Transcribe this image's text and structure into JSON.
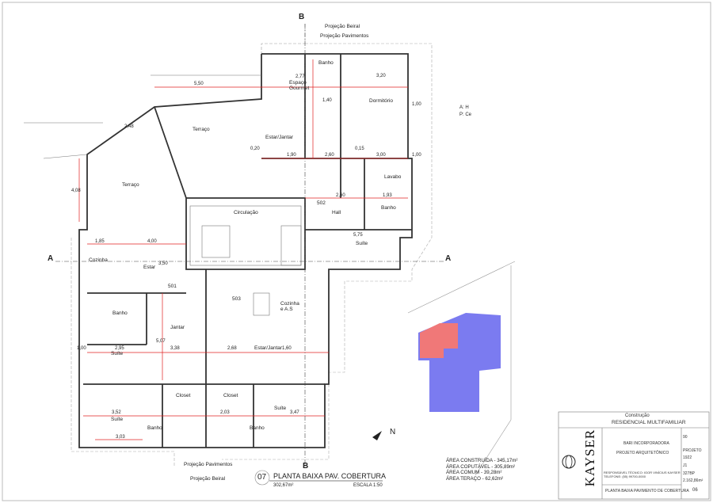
{
  "sections": {
    "a_left": "A",
    "a_right": "A",
    "b_top": "B",
    "b_bottom": "B"
  },
  "labels": {
    "proj_beiral_top": "Projeção Beiral",
    "proj_pav_top": "Projeção Pavimentos",
    "proj_pav_bottom": "Projeção Pavimentos",
    "proj_beiral_bottom": "Projeção Beiral",
    "north": "N",
    "side_note_1": "A: H",
    "side_note_2": "P: Ce"
  },
  "rooms": [
    "Terraço",
    "Terraço",
    "Espaço Gourmet",
    "Banho",
    "Dormitório",
    "Estar/Jantar",
    "Circulação",
    "502",
    "Hall",
    "Lavabo",
    "Banho",
    "Suíte",
    "Cozinha",
    "Estar",
    "501",
    "Banho",
    "Jantar",
    "503",
    "Cozinha e A.S",
    "Estar/Jantar",
    "Suíte",
    "Closet",
    "Closet",
    "Suíte",
    "Banho",
    "Banho",
    "Suíte"
  ],
  "dims": [
    "5,50",
    "2,48",
    "4,08",
    "2,77",
    "1,40",
    "3,20",
    "1,90",
    "2,60",
    "3,00",
    "1,00",
    "1,00",
    "2,60",
    "1,93",
    "5,75",
    "1,85",
    "4,00",
    "3,50",
    "2,95",
    "3,38",
    "2,68",
    "1,60",
    "1,00",
    "3,52",
    "2,03",
    "3,47",
    "3,03",
    "5,07",
    "0,20",
    "0,15"
  ],
  "drawing": {
    "number": "07",
    "title": "PLANTA BAIXA PAV. COBERTURA",
    "area": "302,67m²",
    "scale": "ESCALA 1:50"
  },
  "areas": [
    "ÁREA CONSTRUÍDA - 345,17m²",
    "ÁREA COPUTÁVEL - 305,89m²",
    "ÁREA COMUM - 39,28m²",
    "ÁREA TERAÇO - 62,62m²"
  ],
  "title_block": {
    "heading": "Construção",
    "project": "RESIDENCIAL MULTIFAMILIAR",
    "client": "BARI INCORPORADORA",
    "type": "PROJETO ARQUITETÔNICO",
    "responsible": "RESPONSÁVEL TÉCNICO: IGOR VINÍCIUS KAYSER",
    "phone": "TELEFONE: (55) 99700-0000",
    "sheet_title": "PLANTA BAIXA PAVIMENTO DE COBERTURA",
    "logo": "KAYSER",
    "field_1": "90",
    "field_2": "PROJETO",
    "field_3": "1922",
    "field_4": "J1",
    "field_5": "327BP",
    "field_6": "2.162,86m²",
    "sheet": "06"
  },
  "colors": {
    "site_building": "#7b7bf0",
    "site_highlight": "#f07878",
    "dim_red": "#e02020"
  }
}
